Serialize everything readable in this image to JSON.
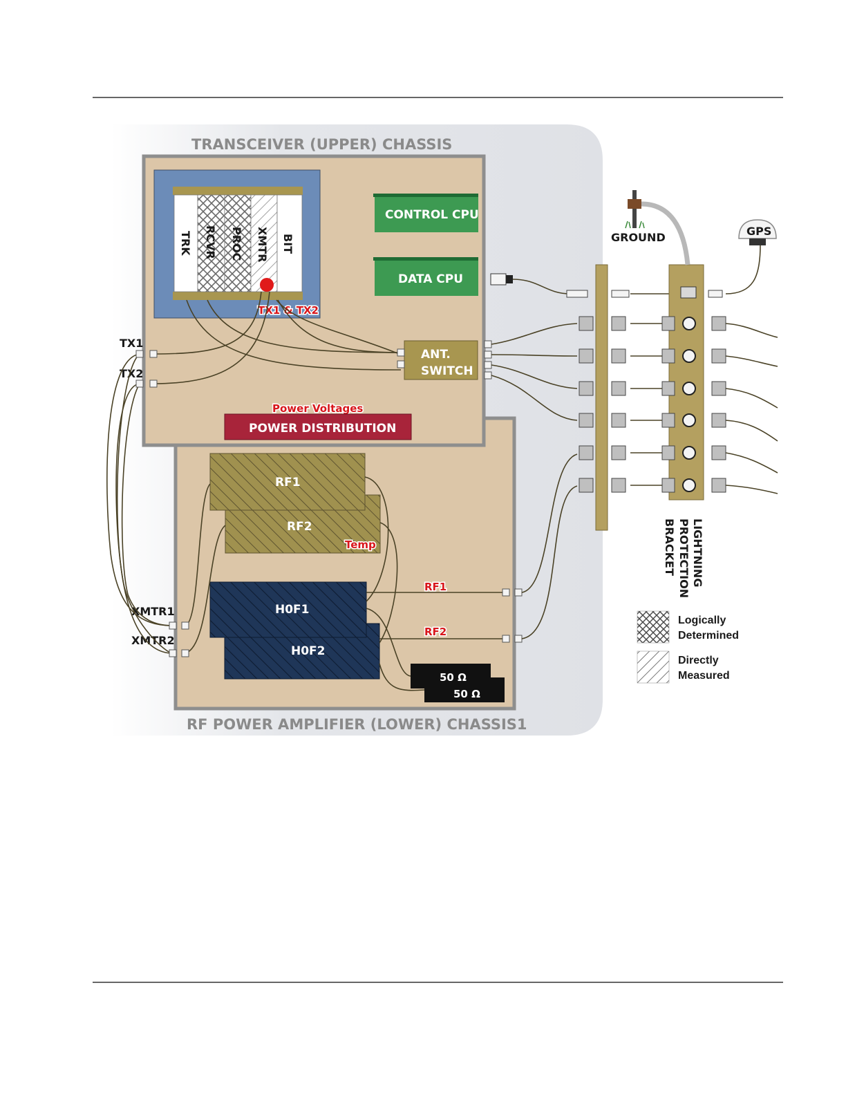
{
  "chassis": {
    "upper_title": "TRANSCEIVER (UPPER) CHASSIS",
    "lower_title": "RF POWER AMPLIFIER (LOWER) CHASSIS1"
  },
  "cards": {
    "trk": "TRK",
    "rcvr": "RCVR",
    "proc": "PROC",
    "xmtr": "XMTR",
    "bit": "BIT"
  },
  "modules": {
    "control_cpu": "CONTROL CPU",
    "data_cpu": "DATA CPU",
    "ant_switch_line1": "ANT.",
    "ant_switch_line2": "SWITCH",
    "power_distribution": "POWER DISTRIBUTION",
    "rf1": "RF1",
    "rf2": "RF2",
    "h0f1": "H0F1",
    "h0f2": "H0F2",
    "load1": "50 Ω",
    "load2": "50 Ω"
  },
  "annotations": {
    "tx1_tx2": "TX1 & TX2",
    "power_voltages": "Power Voltages",
    "temp": "Temp",
    "rf1_path": "RF1",
    "rf2_path": "RF2"
  },
  "ports": {
    "tx1": "TX1",
    "tx2": "TX2",
    "xmtr1": "XMTR1",
    "xmtr2": "XMTR2"
  },
  "external": {
    "ground": "GROUND",
    "gps": "GPS",
    "bracket_line1": "LIGHTNING",
    "bracket_line2": "PROTECTION",
    "bracket_line3": "BRACKET"
  },
  "legend": {
    "logical_line1": "Logically",
    "logical_line2": "Determined",
    "direct_line1": "Directly",
    "direct_line2": "Measured"
  },
  "colors": {
    "chassis_bg": "#dcc6a8",
    "chassis_border": "#8e8e8e",
    "card_cage": "#6c8cb8",
    "cpu_green": "#3d9a52",
    "ant_switch": "#a89650",
    "power_dist": "#a8243a",
    "rf_gold": "#a0914f",
    "h0f_navy": "#1f3658",
    "red_label": "#d8161b",
    "bracket": "#b4a060"
  }
}
